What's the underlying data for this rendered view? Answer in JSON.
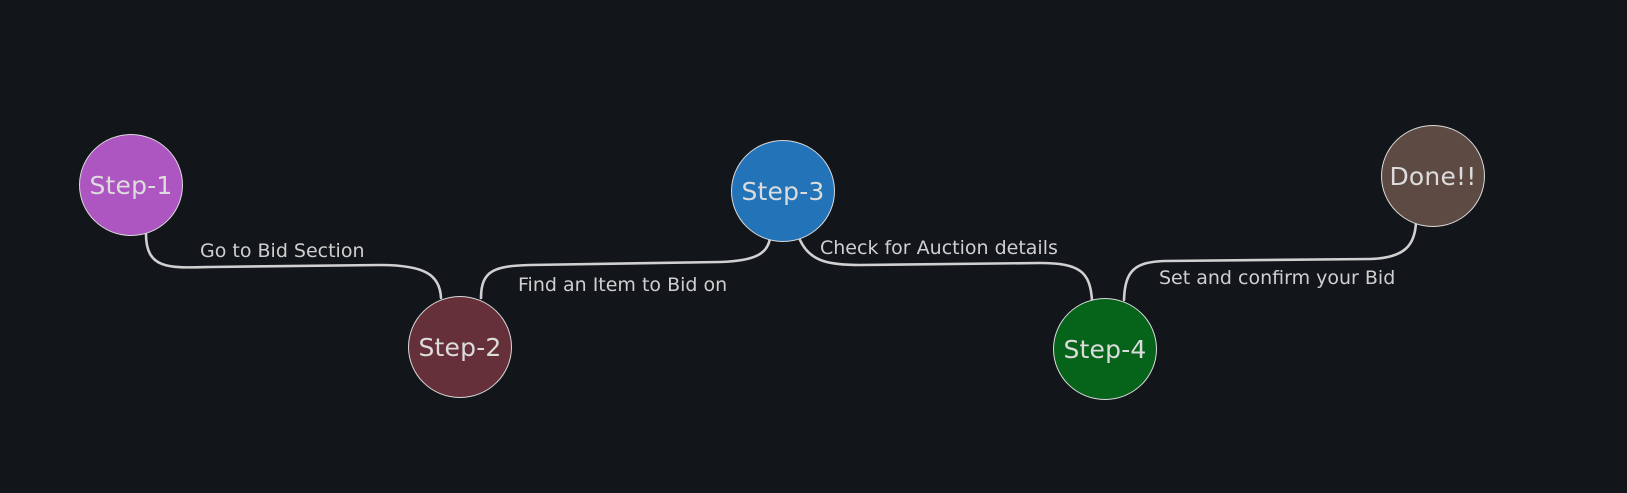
{
  "nodes": [
    {
      "label": "Step-1",
      "color": "#ad55c0"
    },
    {
      "label": "Step-2",
      "color": "#66303a"
    },
    {
      "label": "Step-3",
      "color": "#2373b8"
    },
    {
      "label": "Step-4",
      "color": "#05641a"
    },
    {
      "label": "Done!!",
      "color": "#5d4a42"
    }
  ],
  "edges": [
    {
      "label": "Go to Bid Section"
    },
    {
      "label": "Find an Item to Bid on"
    },
    {
      "label": "Check for Auction details"
    },
    {
      "label": "Set and confirm your Bid"
    }
  ],
  "colors": {
    "background": "#121519",
    "connector": "#d0d0d0",
    "text": "#dcdcdc"
  }
}
